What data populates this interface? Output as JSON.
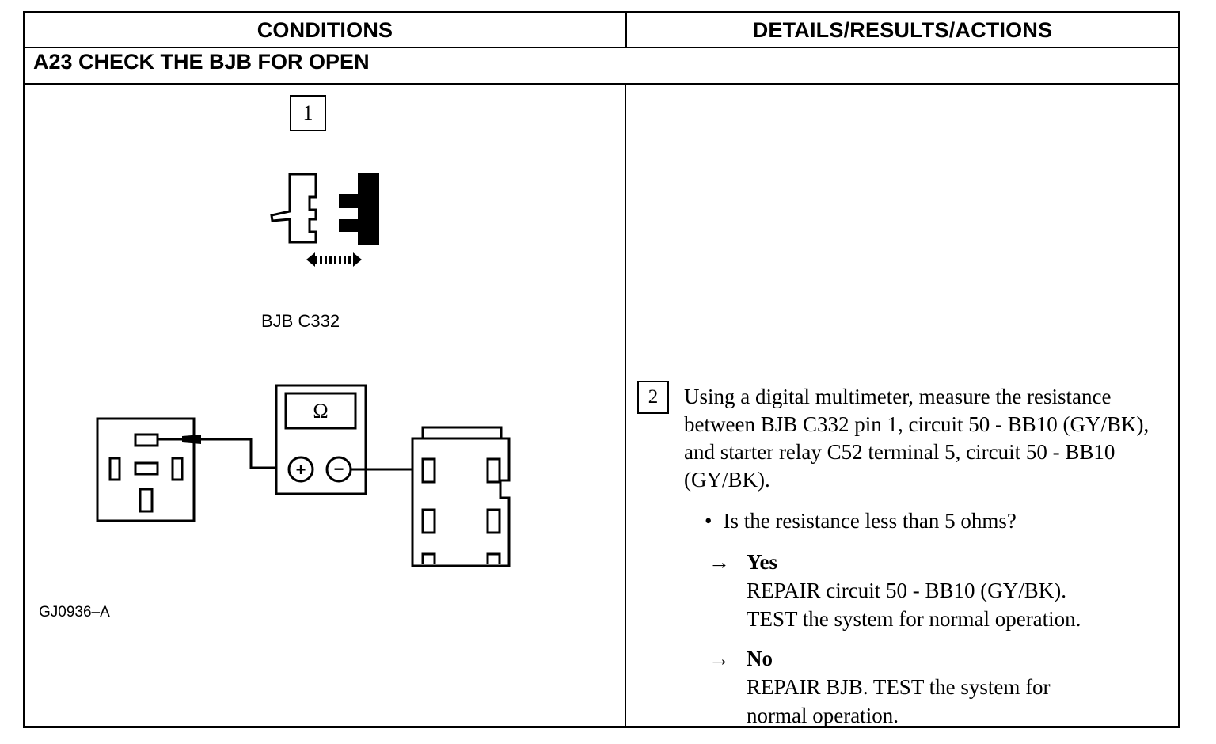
{
  "header": {
    "conditions": "CONDITIONS",
    "details": "DETAILS/RESULTS/ACTIONS"
  },
  "step": {
    "title": "A23 CHECK THE BJB FOR OPEN"
  },
  "left": {
    "step_number": "1",
    "connector_label": "BJB C332",
    "ohm_symbol": "Ω",
    "plus_symbol": "+",
    "minus_symbol": "−",
    "figure_id": "GJ0936–A"
  },
  "right": {
    "step_number": "2",
    "instruction": "Using a digital multimeter, measure the resistance between BJB C332 pin 1, circuit 50 - BB10 (GY/BK), and starter relay C52 terminal 5, circuit 50 - BB10 (GY/BK).",
    "question": "Is the resistance less than 5 ohms?",
    "yes": {
      "label": "Yes",
      "line1": "REPAIR circuit 50 - BB10 (GY/BK).",
      "line2": "TEST the system for normal operation."
    },
    "no": {
      "label": "No",
      "line1": "REPAIR BJB. TEST the system for",
      "line2": "normal operation."
    }
  }
}
